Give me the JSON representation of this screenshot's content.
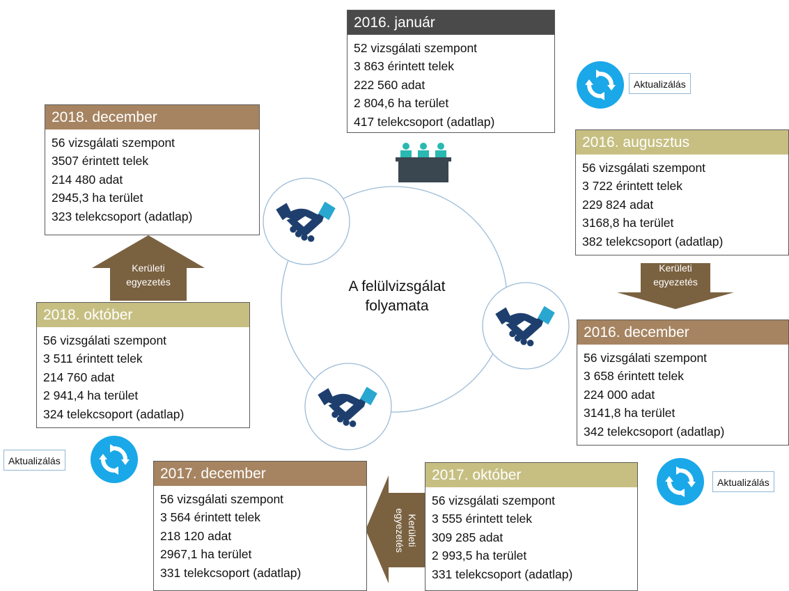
{
  "center": {
    "line1": "A felülvizsgálat",
    "line2": "folyamata"
  },
  "cards": [
    {
      "id": "jan2016",
      "title": "2016. január",
      "lines": [
        "52 vizsgálati szempont",
        "3 863 érintett telek",
        "222 560 adat",
        "2 804,6 ha terület",
        "417 telekcsoport (adatlap)"
      ]
    },
    {
      "id": "aug2016",
      "title": "2016. augusztus",
      "lines": [
        "56 vizsgálati szempont",
        "3 722 érintett telek",
        "229 824 adat",
        "3168,8 ha terület",
        "382 telekcsoport (adatlap)"
      ]
    },
    {
      "id": "dec2016",
      "title": "2016. december",
      "lines": [
        "56 vizsgálati szempont",
        "3 658 érintett telek",
        "224 000 adat",
        "3141,8 ha terület",
        "342 telekcsoport (adatlap)"
      ]
    },
    {
      "id": "okt2017",
      "title": "2017. október",
      "lines": [
        "56 vizsgálati szempont",
        "3 555 érintett telek",
        "309 285 adat",
        "2 993,5 ha terület",
        "331 telekcsoport (adatlap)"
      ]
    },
    {
      "id": "dec2017",
      "title": "2017. december",
      "lines": [
        "56 vizsgálati szempont",
        "3 564 érintett telek",
        "218 120 adat",
        "2967,1 ha terület",
        "331 telekcsoport (adatlap)"
      ]
    },
    {
      "id": "okt2018",
      "title": "2018. október",
      "lines": [
        "56 vizsgálati szempont",
        "3 511 érintett telek",
        "214 760 adat",
        "2 941,4 ha terület",
        "324 telekcsoport (adatlap)"
      ]
    },
    {
      "id": "dec2018",
      "title": "2018. december",
      "lines": [
        "56 vizsgálati szempont",
        "3507 érintett telek",
        "214 480 adat",
        "2945,3  ha terület",
        "323  telekcsoport (adatlap)"
      ]
    }
  ],
  "arrows": {
    "right": {
      "line1": "Kerületi",
      "line2": "egyezetés"
    },
    "bottom": {
      "line1": "Kerületi",
      "line2": "egyezetés"
    },
    "left": {
      "line1": "Kerületi",
      "line2": "egyezetés"
    }
  },
  "updates": [
    "Aktualizálás",
    "Aktualizálás",
    "Aktualizálás"
  ],
  "colors": {
    "dark_header": "#4a4a4a",
    "brown_header": "#a68461",
    "olive_header": "#c7bf82",
    "arrow": "#7a6140",
    "circle": "#9bbbd6",
    "sync_icon": "#1aa8e8",
    "handshake": "#1e3f6e",
    "handshake_accent": "#29a7d1"
  },
  "icons": [
    "meeting-icon",
    "handshake-icon",
    "sync-icon"
  ]
}
